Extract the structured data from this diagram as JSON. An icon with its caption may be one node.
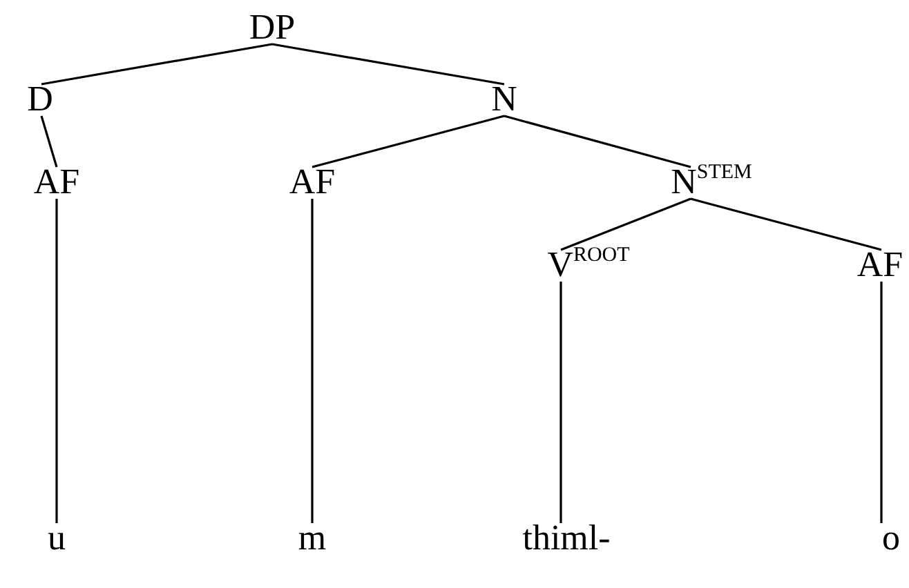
{
  "diagram": {
    "nodes": [
      {
        "text": [
          "DP"
        ]
      },
      {
        "text": [
          "D"
        ]
      },
      {
        "text": [
          "N"
        ]
      },
      {
        "text": [
          "AF"
        ]
      },
      {
        "text": [
          "AF"
        ]
      },
      {
        "text": [
          "N$^{STEM}$"
        ]
      },
      {
        "text": [
          "V$^{ROOT}$"
        ]
      },
      {
        "text": [
          "AF"
        ]
      },
      {
        "text": [
          "u"
        ]
      },
      {
        "text": [
          "m"
        ]
      },
      {
        "text": [
          "thiml-"
        ]
      },
      {
        "text": [
          "o"
        ]
      }
    ],
    "edges": [
      {
        "from": 0,
        "to": 1,
        "arrow": "none"
      },
      {
        "from": 0,
        "to": 2,
        "arrow": "none"
      },
      {
        "from": 1,
        "to": 3,
        "arrow": "none"
      },
      {
        "from": 2,
        "to": 4,
        "arrow": "none"
      },
      {
        "from": 2,
        "to": 5,
        "arrow": "none"
      },
      {
        "from": 5,
        "to": 6,
        "arrow": "none"
      },
      {
        "from": 5,
        "to": 7,
        "arrow": "none"
      },
      {
        "from": 3,
        "to": 8,
        "arrow": "none"
      },
      {
        "from": 4,
        "to": 9,
        "arrow": "none"
      },
      {
        "from": 6,
        "to": 10,
        "arrow": "none"
      },
      {
        "from": 7,
        "to": 11,
        "arrow": "none"
      }
    ]
  }
}
